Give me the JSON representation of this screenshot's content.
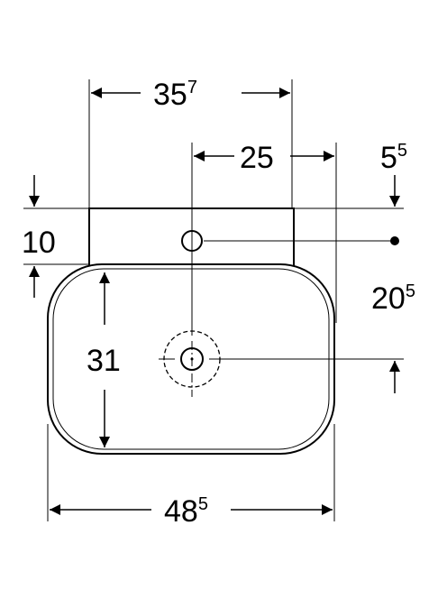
{
  "dimensions": {
    "top_width": {
      "value": "35",
      "sup": "7"
    },
    "tap_offset": {
      "value": "25",
      "sup": ""
    },
    "tap_edge": {
      "value": "5",
      "sup": "5"
    },
    "deck_height": {
      "value": "10",
      "sup": ""
    },
    "drain_offset": {
      "value": "20",
      "sup": "5"
    },
    "bowl_depth": {
      "value": "31",
      "sup": ""
    },
    "overall_width": {
      "value": "48",
      "sup": "5"
    }
  }
}
